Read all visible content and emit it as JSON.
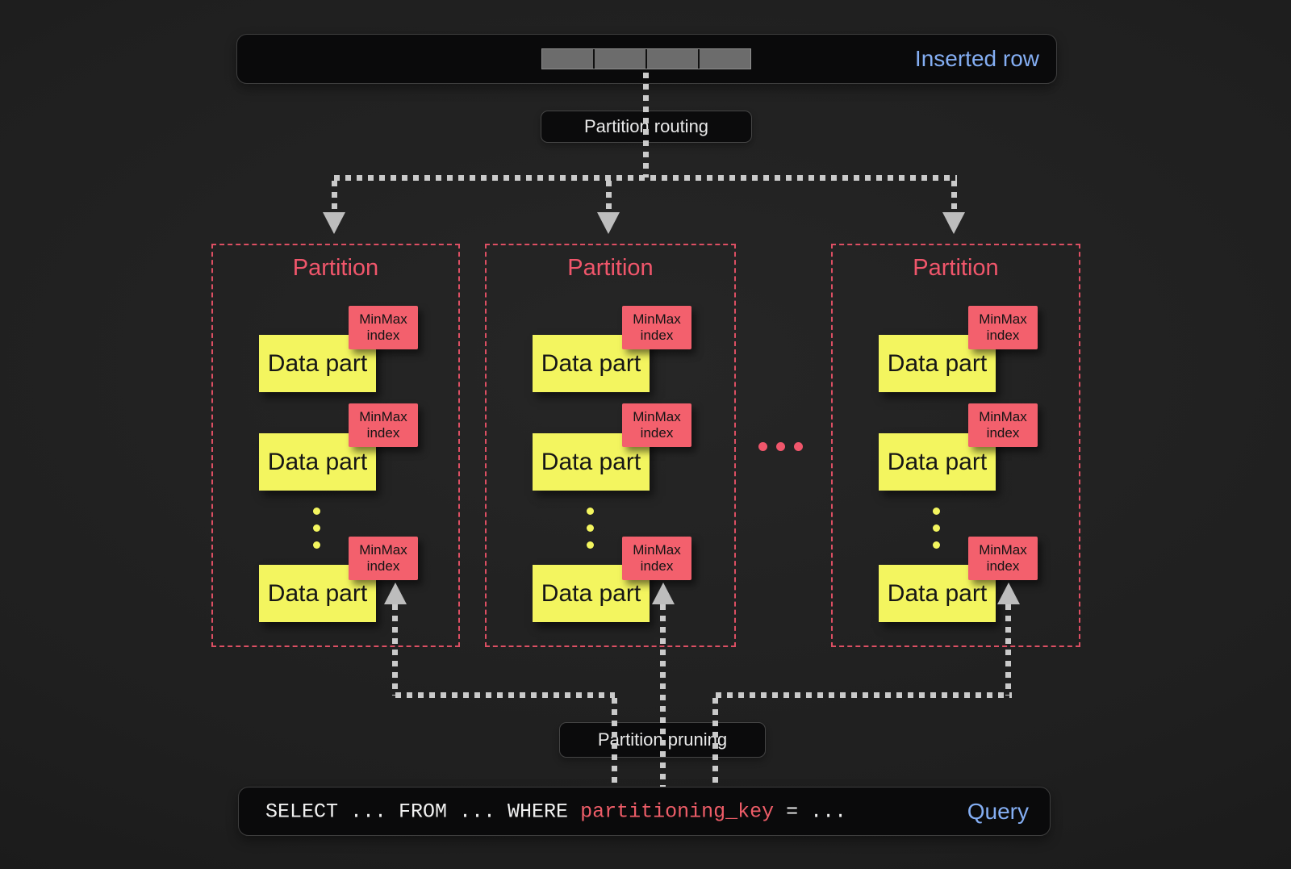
{
  "inserted_row": {
    "label": "Inserted row",
    "cell_count": 4
  },
  "labels": {
    "routing": "Partition routing",
    "pruning": "Partition pruning"
  },
  "partitions": [
    {
      "title": "Partition",
      "parts": [
        {
          "label": "Data part",
          "index_label": "MinMax index"
        },
        {
          "label": "Data part",
          "index_label": "MinMax index"
        },
        {
          "label": "Data part",
          "index_label": "MinMax index"
        }
      ]
    },
    {
      "title": "Partition",
      "parts": [
        {
          "label": "Data part",
          "index_label": "MinMax index"
        },
        {
          "label": "Data part",
          "index_label": "MinMax index"
        },
        {
          "label": "Data part",
          "index_label": "MinMax index"
        }
      ]
    },
    {
      "title": "Partition",
      "parts": [
        {
          "label": "Data part",
          "index_label": "MinMax index"
        },
        {
          "label": "Data part",
          "index_label": "MinMax index"
        },
        {
          "label": "Data part",
          "index_label": "MinMax index"
        }
      ]
    }
  ],
  "query": {
    "select_clause": "SELECT ... FROM ... WHERE ",
    "partition_key": "partitioning_key",
    "equals_clause": " = ...",
    "label": "Query"
  },
  "colors": {
    "accent_red": "#f0566b",
    "accent_yellow": "#f3f55f",
    "accent_blue": "#84aef3",
    "arrow_gray": "#cacaca",
    "box_dark": "#0a0a0b"
  }
}
